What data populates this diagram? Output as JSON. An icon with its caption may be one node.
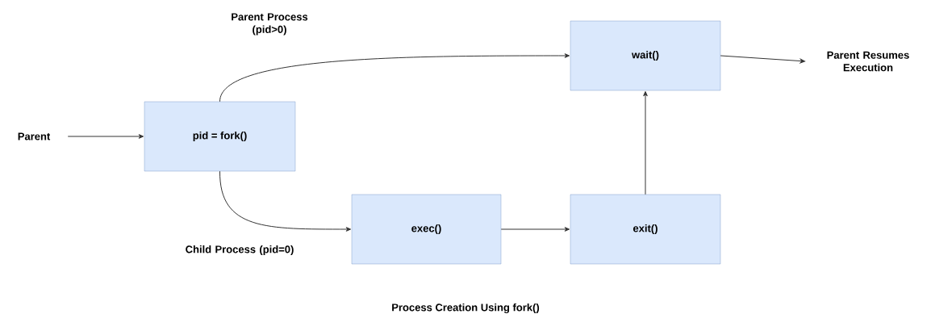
{
  "diagram": {
    "caption": "Process Creation Using fork()",
    "nodes": [
      {
        "text": [
          "Parent"
        ]
      },
      {
        "text": [
          "pid = fork()"
        ]
      },
      {
        "text": [
          "wait()"
        ]
      },
      {
        "text": [
          "Parent Resumes Execution"
        ]
      },
      {
        "text": [
          "exec()"
        ]
      },
      {
        "text": [
          "exit()"
        ]
      }
    ],
    "edges": [
      {
        "from": 0,
        "to": 1,
        "arrow": "to"
      },
      {
        "from": 1,
        "to": 2,
        "arrow": "to",
        "label": "Parent Process (pid>0)"
      },
      {
        "from": 1,
        "to": 4,
        "arrow": "to",
        "label": "Child Process (pid=0)"
      },
      {
        "from": 4,
        "to": 5,
        "arrow": "to"
      },
      {
        "from": 5,
        "to": 2,
        "arrow": "to"
      },
      {
        "from": 2,
        "to": 3,
        "arrow": "to"
      }
    ]
  }
}
